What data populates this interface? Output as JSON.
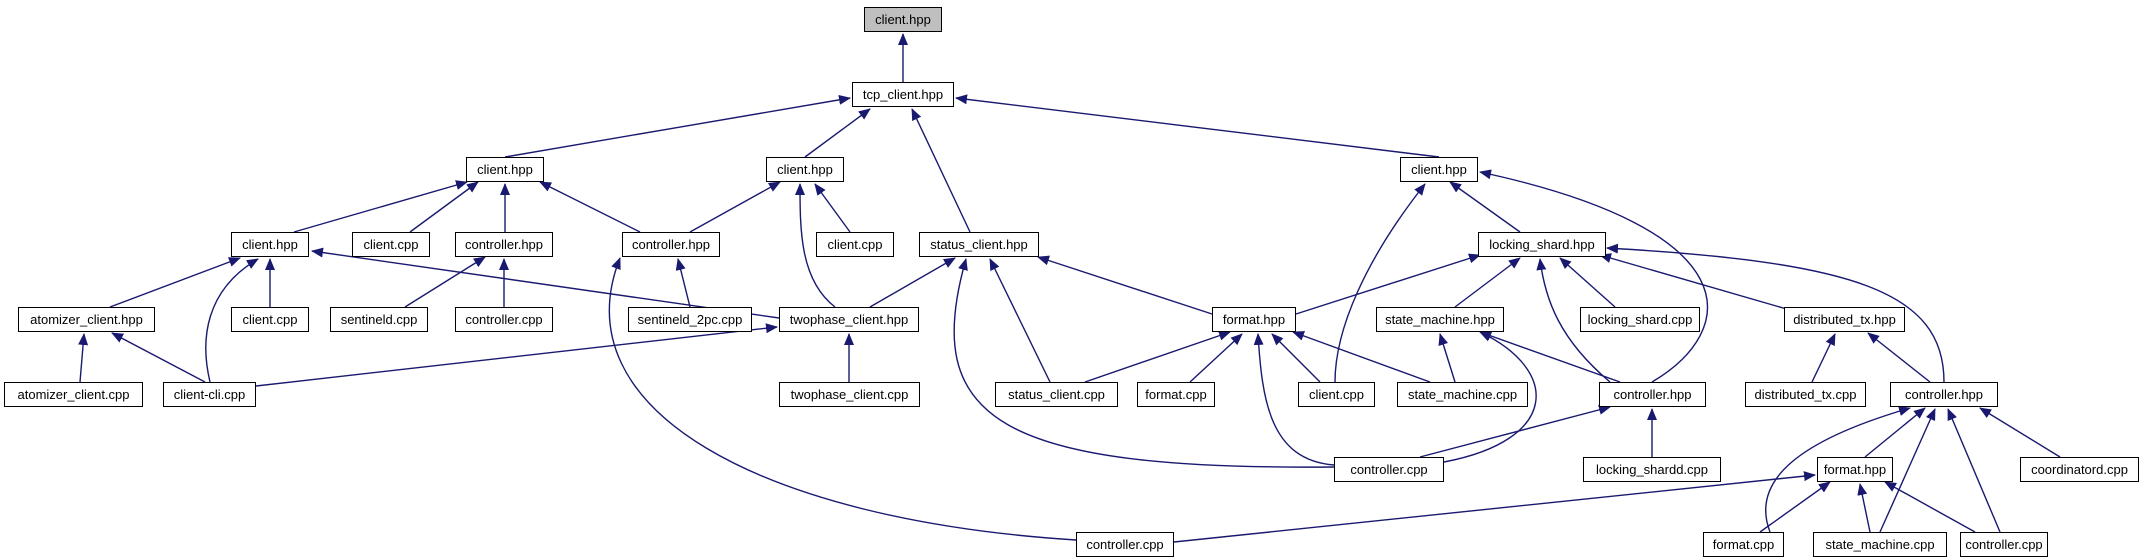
{
  "graph": {
    "root": "client.hpp",
    "edge_color": "#191970",
    "root_fill": "#bfbfbf",
    "nodes": {
      "n_root": "client.hpp",
      "n_tcp": "tcp_client.hpp",
      "n_client_a": "client.hpp",
      "n_client_b": "client.hpp",
      "n_client_c": "client.hpp",
      "n_client_d": "client.hpp",
      "n_client_cpp_a": "client.cpp",
      "n_controller_hpp_a": "controller.hpp",
      "n_controller_hpp_b": "controller.hpp",
      "n_client_cpp_b": "client.cpp",
      "n_status_client_hpp": "status_client.hpp",
      "n_locking_shard_hpp": "locking_shard.hpp",
      "n_atomizer_client_hpp": "atomizer_client.hpp",
      "n_client_cpp_c": "client.cpp",
      "n_sentineld_cpp": "sentineld.cpp",
      "n_controller_cpp_a": "controller.cpp",
      "n_sentineld_2pc_cpp": "sentineld_2pc.cpp",
      "n_twophase_client_hpp": "twophase_client.hpp",
      "n_format_hpp_a": "format.hpp",
      "n_state_machine_hpp": "state_machine.hpp",
      "n_locking_shard_cpp": "locking_shard.cpp",
      "n_distributed_tx_hpp": "distributed_tx.hpp",
      "n_atomizer_client_cpp": "atomizer_client.cpp",
      "n_client_cli_cpp": "client-cli.cpp",
      "n_twophase_client_cpp": "twophase_client.cpp",
      "n_status_client_cpp": "status_client.cpp",
      "n_format_cpp_a": "format.cpp",
      "n_client_cpp_d": "client.cpp",
      "n_state_machine_cpp_a": "state_machine.cpp",
      "n_controller_hpp_c": "controller.hpp",
      "n_distributed_tx_cpp": "distributed_tx.cpp",
      "n_controller_hpp_d": "controller.hpp",
      "n_controller_cpp_b": "controller.cpp",
      "n_locking_shardd_cpp": "locking_shardd.cpp",
      "n_format_hpp_b": "format.hpp",
      "n_coordinatord_cpp": "coordinatord.cpp",
      "n_controller_cpp_c": "controller.cpp",
      "n_format_cpp_b": "format.cpp",
      "n_state_machine_cpp_b": "state_machine.cpp",
      "n_controller_cpp_d": "controller.cpp"
    }
  }
}
